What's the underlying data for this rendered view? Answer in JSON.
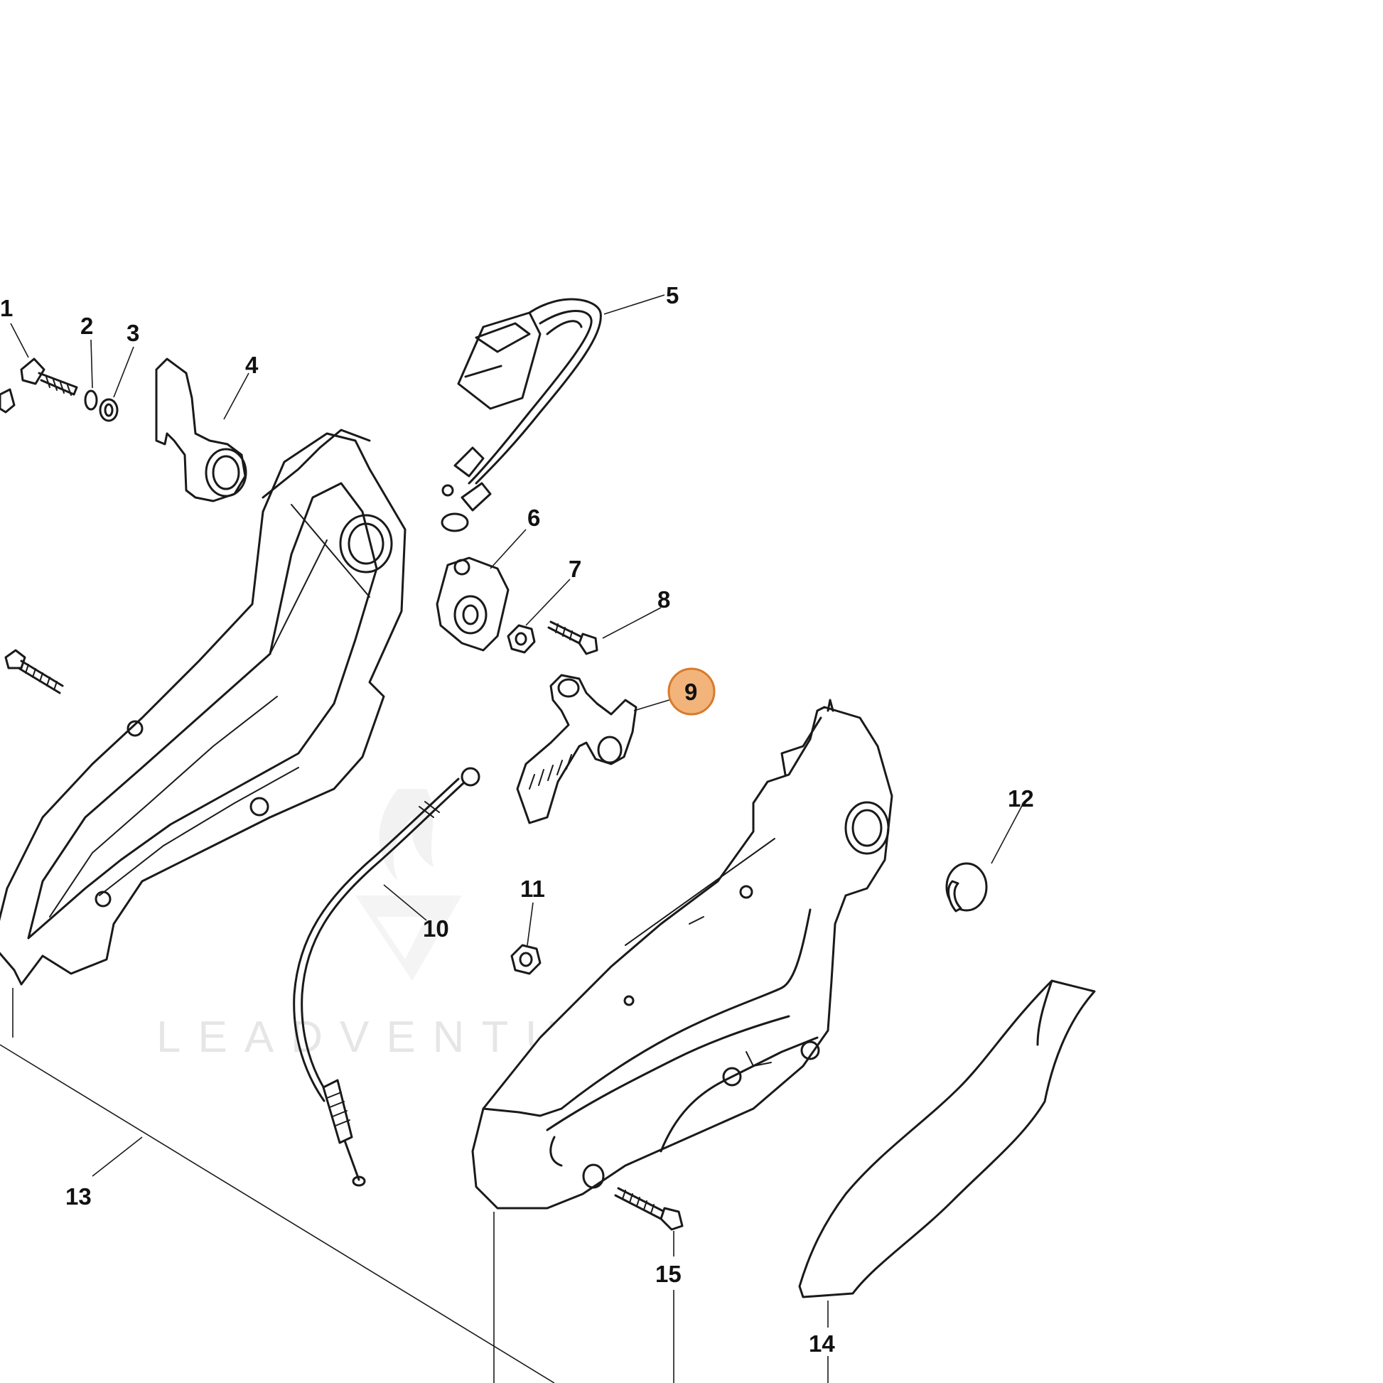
{
  "watermark": {
    "brand": "LEADVENTURE"
  },
  "colors": {
    "line": "#1a1a1a",
    "highlight_fill": "#f2b47a",
    "highlight_stroke": "#d97a2b",
    "watermark": "#e6e6e6"
  },
  "highlighted_callout": "9",
  "callouts": [
    {
      "label": "1",
      "part": "bolt"
    },
    {
      "label": "2",
      "part": "spring-washer"
    },
    {
      "label": "3",
      "part": "washer"
    },
    {
      "label": "4",
      "part": "throttle-trigger"
    },
    {
      "label": "5",
      "part": "switch-with-wiring"
    },
    {
      "label": "6",
      "part": "pivot-bushing"
    },
    {
      "label": "7",
      "part": "nut"
    },
    {
      "label": "8",
      "part": "screw"
    },
    {
      "label": "9",
      "part": "lever"
    },
    {
      "label": "10",
      "part": "throttle-cable"
    },
    {
      "label": "11",
      "part": "nut"
    },
    {
      "label": "12",
      "part": "plug"
    },
    {
      "label": "13",
      "part": "handle-assembly"
    },
    {
      "label": "14",
      "part": "handle-cover"
    },
    {
      "label": "15",
      "part": "screw"
    }
  ]
}
